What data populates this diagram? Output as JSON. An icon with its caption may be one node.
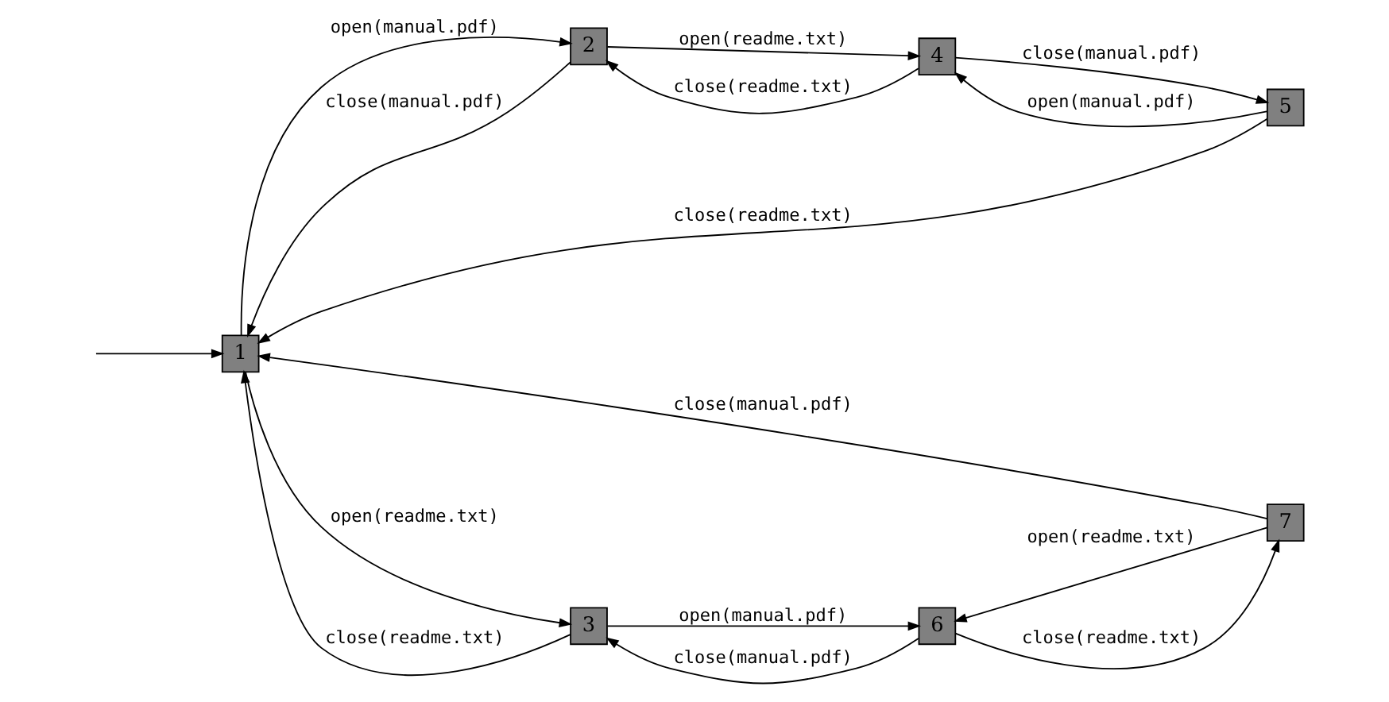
{
  "diagram": {
    "nodes": [
      {
        "text": [
          "1"
        ]
      },
      {
        "text": [
          "2"
        ]
      },
      {
        "text": [
          "3"
        ]
      },
      {
        "text": [
          "4"
        ]
      },
      {
        "text": [
          "5"
        ]
      },
      {
        "text": [
          "6"
        ]
      },
      {
        "text": [
          "7"
        ]
      }
    ],
    "edges": [
      {
        "from": null,
        "to": 0,
        "arrow": "to"
      },
      {
        "from": 0,
        "to": 1,
        "arrow": "to",
        "label": "open(manual.pdf)"
      },
      {
        "from": 1,
        "to": 0,
        "arrow": "to",
        "label": "close(manual.pdf)"
      },
      {
        "from": 1,
        "to": 3,
        "arrow": "to",
        "label": "open(readme.txt)"
      },
      {
        "from": 3,
        "to": 1,
        "arrow": "to",
        "label": "close(readme.txt)"
      },
      {
        "from": 3,
        "to": 4,
        "arrow": "to",
        "label": "close(manual.pdf)"
      },
      {
        "from": 4,
        "to": 3,
        "arrow": "to",
        "label": "open(manual.pdf)"
      },
      {
        "from": 4,
        "to": 0,
        "arrow": "to",
        "label": "close(readme.txt)"
      },
      {
        "from": 0,
        "to": 2,
        "arrow": "to",
        "label": "open(readme.txt)"
      },
      {
        "from": 2,
        "to": 0,
        "arrow": "to",
        "label": "close(readme.txt)"
      },
      {
        "from": 2,
        "to": 5,
        "arrow": "to",
        "label": "open(manual.pdf)"
      },
      {
        "from": 5,
        "to": 2,
        "arrow": "to",
        "label": "close(manual.pdf)"
      },
      {
        "from": 5,
        "to": 6,
        "arrow": "to",
        "label": "close(readme.txt)"
      },
      {
        "from": 6,
        "to": 5,
        "arrow": "to",
        "label": "open(readme.txt)"
      },
      {
        "from": 6,
        "to": 0,
        "arrow": "to",
        "label": "close(manual.pdf)"
      }
    ]
  }
}
